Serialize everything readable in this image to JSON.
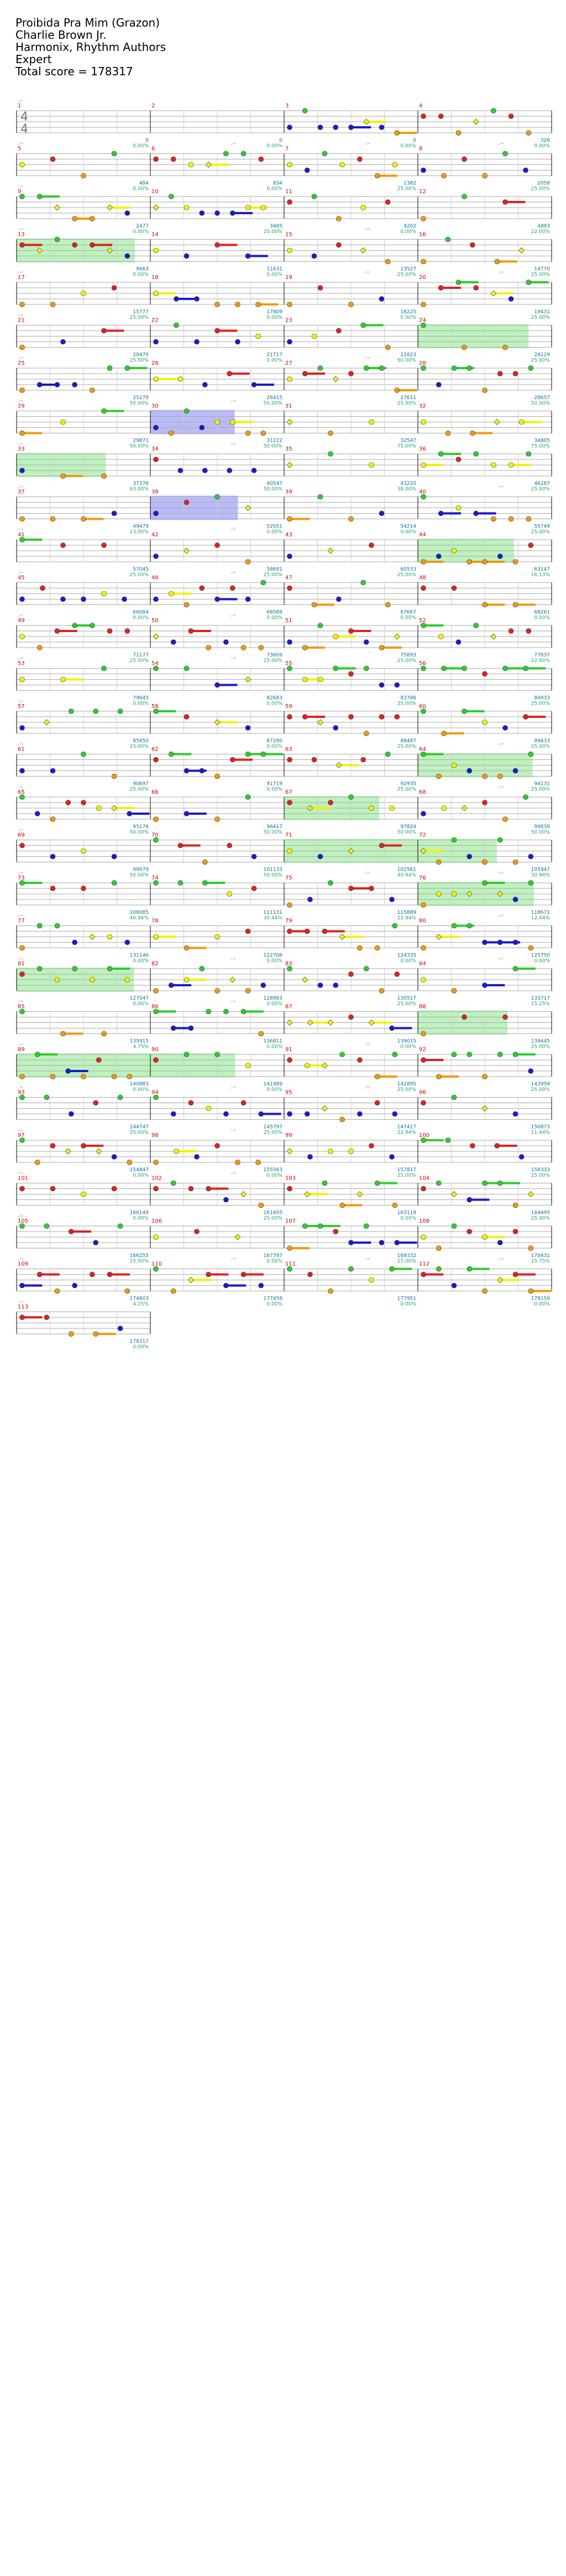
{
  "header": {
    "song_title": "Proibida Pra Mim (Grazon)",
    "artist": "Charlie Brown Jr.",
    "charter": "Harmonix, Rhythm Authors",
    "difficulty": "Expert",
    "total_score_label": "Total score = 178317"
  },
  "time_signature": {
    "numerator": "4",
    "denominator": "4"
  },
  "colors": {
    "green": "#2ecc2e",
    "red": "#dd2222",
    "yellow": "#f2f200",
    "blue": "#1a1acc",
    "orange": "#f09a10",
    "starpower": "#b7f0b7",
    "overdrive": "#b3b3f7",
    "score": "#0d6b9a",
    "percent": "#22a16a",
    "bpm": "#aaaaaa",
    "measure": "#cc0000"
  },
  "measures": [
    {
      "n": 1,
      "score": 0,
      "pct": "0.00%"
    },
    {
      "n": 2,
      "score": 0,
      "pct": "0.00%"
    },
    {
      "n": 3,
      "score": 0,
      "pct": "0.00%"
    },
    {
      "n": 4,
      "score": 326,
      "pct": "0.00%"
    },
    {
      "n": 5,
      "score": 484,
      "pct": "0.00%"
    },
    {
      "n": 6,
      "score": 834,
      "pct": "0.00%"
    },
    {
      "n": 7,
      "score": 1382,
      "pct": "25.00%"
    },
    {
      "n": 8,
      "score": 2058,
      "pct": "25.00%"
    },
    {
      "n": 9,
      "score": 2477,
      "pct": "0.00%"
    },
    {
      "n": 10,
      "score": 3485,
      "pct": "25.00%"
    },
    {
      "n": 11,
      "score": 4202,
      "pct": "0.00%"
    },
    {
      "n": 12,
      "score": 4893,
      "pct": "22.00%"
    },
    {
      "n": 13,
      "score": 9663,
      "pct": "0.00%"
    },
    {
      "n": 14,
      "score": 11631,
      "pct": "0.00%"
    },
    {
      "n": 15,
      "score": 13527,
      "pct": "25.00%"
    },
    {
      "n": 16,
      "score": 14770,
      "pct": "25.00%"
    },
    {
      "n": 17,
      "score": 15777,
      "pct": "25.00%"
    },
    {
      "n": 18,
      "score": 17809,
      "pct": "0.00%"
    },
    {
      "n": 19,
      "score": 18225,
      "pct": "0.00%"
    },
    {
      "n": 20,
      "score": 19431,
      "pct": "25.00%"
    },
    {
      "n": 21,
      "score": 20470,
      "pct": "25.00%"
    },
    {
      "n": 22,
      "score": 21717,
      "pct": "0.00%"
    },
    {
      "n": 23,
      "score": 22823,
      "pct": "50.00%"
    },
    {
      "n": 24,
      "score": 24129,
      "pct": "25.00%"
    },
    {
      "n": 25,
      "score": 25279,
      "pct": "50.00%"
    },
    {
      "n": 26,
      "score": 26415,
      "pct": "50.00%"
    },
    {
      "n": 27,
      "score": 27611,
      "pct": "25.00%"
    },
    {
      "n": 28,
      "score": 28657,
      "pct": "50.00%"
    },
    {
      "n": 29,
      "score": 29871,
      "pct": "50.00%"
    },
    {
      "n": 30,
      "score": 31222,
      "pct": "50.00%"
    },
    {
      "n": 31,
      "score": 32547,
      "pct": "75.00%"
    },
    {
      "n": 32,
      "score": 34805,
      "pct": "75.00%"
    },
    {
      "n": 33,
      "score": 37376,
      "pct": "63.00%"
    },
    {
      "n": 34,
      "score": 40547,
      "pct": "50.00%"
    },
    {
      "n": 35,
      "score": 43220,
      "pct": "38.00%"
    },
    {
      "n": 36,
      "score": 46287,
      "pct": "25.00%"
    },
    {
      "n": 37,
      "score": 49479,
      "pct": "13.00%"
    },
    {
      "n": 38,
      "score": 52051,
      "pct": "0.00%"
    },
    {
      "n": 39,
      "score": 54214,
      "pct": "0.00%"
    },
    {
      "n": 40,
      "score": 55749,
      "pct": "25.00%"
    },
    {
      "n": 41,
      "score": 57045,
      "pct": "25.00%"
    },
    {
      "n": 42,
      "score": 58691,
      "pct": "25.00%"
    },
    {
      "n": 43,
      "score": 60533,
      "pct": "25.00%"
    },
    {
      "n": 44,
      "score": 63147,
      "pct": "16.13%"
    },
    {
      "n": 45,
      "score": 66084,
      "pct": "0.00%"
    },
    {
      "n": 46,
      "score": 66589,
      "pct": "0.00%"
    },
    {
      "n": 47,
      "score": 67667,
      "pct": "0.00%"
    },
    {
      "n": 48,
      "score": 68261,
      "pct": "0.00%"
    },
    {
      "n": 49,
      "score": 71177,
      "pct": "25.00%"
    },
    {
      "n": 50,
      "score": 73609,
      "pct": "25.00%"
    },
    {
      "n": 51,
      "score": 75893,
      "pct": "25.00%"
    },
    {
      "n": 52,
      "score": 77837,
      "pct": "22.00%"
    },
    {
      "n": 53,
      "score": 79645,
      "pct": "0.00%"
    },
    {
      "n": 54,
      "score": 82683,
      "pct": "0.00%"
    },
    {
      "n": 55,
      "score": 83786,
      "pct": "25.00%"
    },
    {
      "n": 56,
      "score": 84933,
      "pct": "25.00%"
    },
    {
      "n": 57,
      "score": 85850,
      "pct": "25.00%"
    },
    {
      "n": 58,
      "score": 87280,
      "pct": "0.00%"
    },
    {
      "n": 59,
      "score": 88487,
      "pct": "25.00%"
    },
    {
      "n": 60,
      "score": 89433,
      "pct": "25.00%"
    },
    {
      "n": 61,
      "score": 90697,
      "pct": "25.00%"
    },
    {
      "n": 62,
      "score": 91719,
      "pct": "0.00%"
    },
    {
      "n": 63,
      "score": 92935,
      "pct": "25.00%"
    },
    {
      "n": 64,
      "score": 94131,
      "pct": "25.00%"
    },
    {
      "n": 65,
      "score": 95176,
      "pct": "50.00%"
    },
    {
      "n": 66,
      "score": 96417,
      "pct": "50.00%"
    },
    {
      "n": 67,
      "score": 97824,
      "pct": "50.00%"
    },
    {
      "n": 68,
      "score": 99839,
      "pct": "50.00%"
    },
    {
      "n": 69,
      "score": 99979,
      "pct": "50.00%"
    },
    {
      "n": 70,
      "score": 101133,
      "pct": "50.00%"
    },
    {
      "n": 71,
      "score": 102561,
      "pct": "40.94%"
    },
    {
      "n": 72,
      "score": 105947,
      "pct": "30.94%"
    },
    {
      "n": 73,
      "score": 108085,
      "pct": "40.94%"
    },
    {
      "n": 74,
      "score": 111131,
      "pct": "30.44%"
    },
    {
      "n": 75,
      "score": 115889,
      "pct": "22.94%"
    },
    {
      "n": 76,
      "score": 118671,
      "pct": "12.44%"
    },
    {
      "n": 77,
      "score": 131146,
      "pct": "0.00%"
    },
    {
      "n": 78,
      "score": 122706,
      "pct": "0.00%"
    },
    {
      "n": 79,
      "score": 124335,
      "pct": "0.00%"
    },
    {
      "n": 80,
      "score": 125750,
      "pct": "0.00%"
    },
    {
      "n": 81,
      "score": 127047,
      "pct": "0.00%"
    },
    {
      "n": 82,
      "score": 128983,
      "pct": "0.00%"
    },
    {
      "n": 83,
      "score": 130517,
      "pct": "25.00%"
    },
    {
      "n": 84,
      "score": 133717,
      "pct": "15.25%"
    },
    {
      "n": 85,
      "score": 135915,
      "pct": "4.75%"
    },
    {
      "n": 86,
      "score": 136811,
      "pct": "0.00%"
    },
    {
      "n": 87,
      "score": 139015,
      "pct": "0.00%"
    },
    {
      "n": 88,
      "score": 139445,
      "pct": "25.00%"
    },
    {
      "n": 89,
      "score": 140883,
      "pct": "0.00%"
    },
    {
      "n": 90,
      "score": 141989,
      "pct": "0.00%"
    },
    {
      "n": 91,
      "score": 142895,
      "pct": "25.00%"
    },
    {
      "n": 92,
      "score": 143959,
      "pct": "25.00%"
    },
    {
      "n": 93,
      "score": 144747,
      "pct": "25.00%"
    },
    {
      "n": 94,
      "score": 145797,
      "pct": "25.00%"
    },
    {
      "n": 95,
      "score": 147417,
      "pct": "22.94%"
    },
    {
      "n": 96,
      "score": 150873,
      "pct": "11.44%"
    },
    {
      "n": 97,
      "score": 154847,
      "pct": "0.00%"
    },
    {
      "n": 98,
      "score": 155563,
      "pct": "0.00%"
    },
    {
      "n": 99,
      "score": 157817,
      "pct": "25.00%"
    },
    {
      "n": 100,
      "score": 158333,
      "pct": "25.00%"
    },
    {
      "n": 101,
      "score": 160149,
      "pct": "0.00%"
    },
    {
      "n": 102,
      "score": 161605,
      "pct": "25.00%"
    },
    {
      "n": 103,
      "score": 163119,
      "pct": "0.00%"
    },
    {
      "n": 104,
      "score": 164495,
      "pct": "25.00%"
    },
    {
      "n": 105,
      "score": 166255,
      "pct": "25.00%"
    },
    {
      "n": 106,
      "score": 167797,
      "pct": "0.00%"
    },
    {
      "n": 107,
      "score": 169332,
      "pct": "25.00%"
    },
    {
      "n": 108,
      "score": 170431,
      "pct": "15.75%"
    },
    {
      "n": 109,
      "score": 174603,
      "pct": "4.25%"
    },
    {
      "n": 110,
      "score": 177459,
      "pct": "0.00%"
    },
    {
      "n": 111,
      "score": 177951,
      "pct": "0.00%"
    },
    {
      "n": 112,
      "score": 178159,
      "pct": "0.00%"
    },
    {
      "n": 113,
      "score": 178317,
      "pct": "0.00%"
    }
  ]
}
